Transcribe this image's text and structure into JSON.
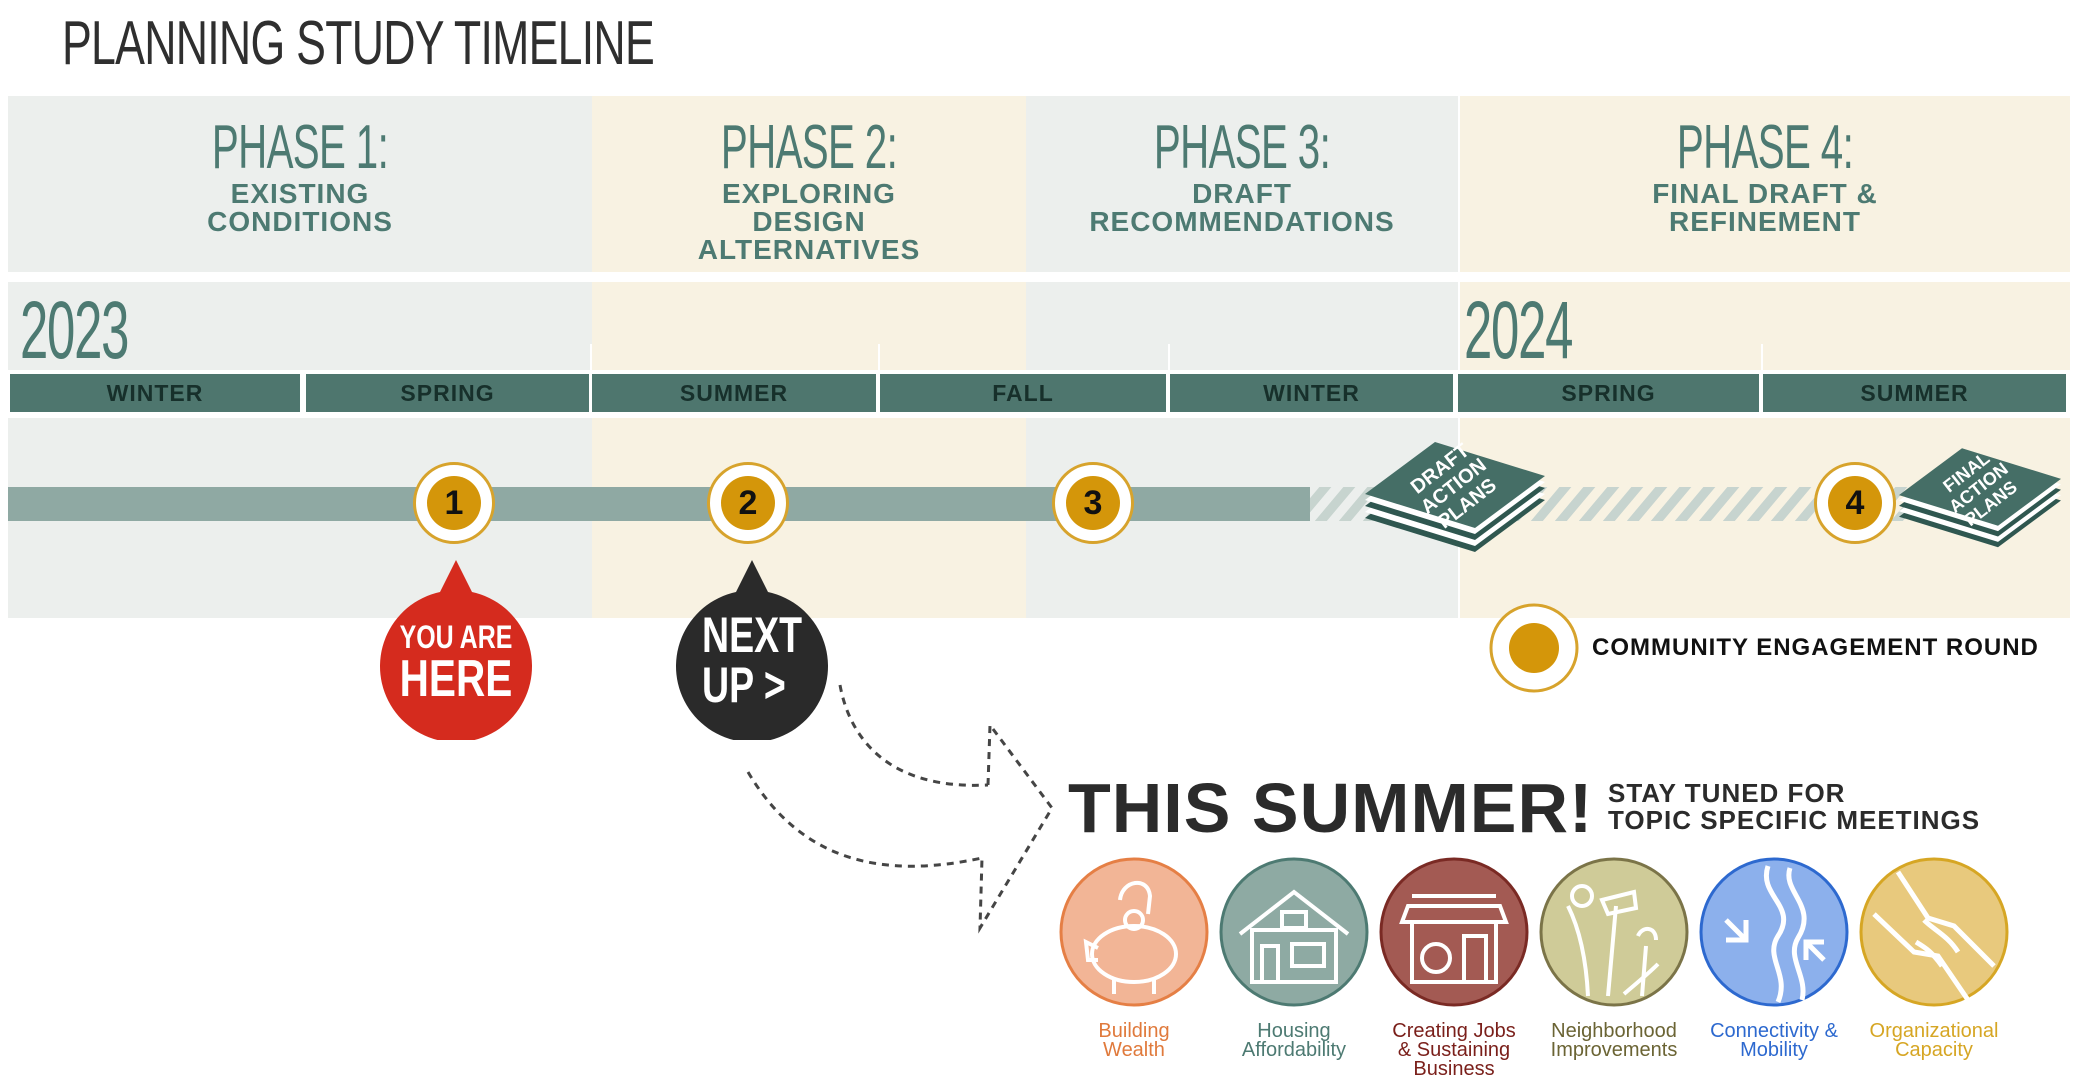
{
  "title": "PLANNING STUDY TIMELINE",
  "phases": [
    {
      "label": "PHASE 1:",
      "lines": [
        "EXISTING",
        "CONDITIONS"
      ]
    },
    {
      "label": "PHASE 2:",
      "lines": [
        "EXPLORING",
        "DESIGN",
        "ALTERNATIVES"
      ]
    },
    {
      "label": "PHASE 3:",
      "lines": [
        "DRAFT",
        "RECOMMENDATIONS"
      ]
    },
    {
      "label": "PHASE 4:",
      "lines": [
        "FINAL DRAFT &",
        "REFINEMENT"
      ]
    }
  ],
  "years": [
    "2023",
    "2024"
  ],
  "seasons": [
    "WINTER",
    "SPRING",
    "SUMMER",
    "FALL",
    "WINTER",
    "SPRING",
    "SUMMER"
  ],
  "markers": [
    "1",
    "2",
    "3",
    "4"
  ],
  "documents": [
    {
      "lines": [
        "DRAFT",
        "ACTION",
        "PLANS"
      ]
    },
    {
      "lines": [
        "FINAL",
        "ACTION",
        "PLANS"
      ]
    }
  ],
  "pins": {
    "you_are_here": [
      "YOU ARE",
      "HERE"
    ],
    "next_up": [
      "NEXT",
      "UP >"
    ]
  },
  "legend": {
    "label": "COMMUNITY ENGAGEMENT ROUND"
  },
  "summer": {
    "title": "THIS SUMMER!",
    "subtitle": [
      "STAY TUNED FOR",
      "TOPIC SPECIFIC MEETINGS"
    ]
  },
  "topics": [
    {
      "lines": [
        "Building",
        "Wealth"
      ],
      "icon": "piggy-bank-icon",
      "fill": "#f2b596",
      "stroke": "#e57f45",
      "text_color": "#e07a3c"
    },
    {
      "lines": [
        "Housing",
        "Affordability"
      ],
      "icon": "house-icon",
      "fill": "#8eaaa3",
      "stroke": "#4d7a72",
      "text_color": "#4d7a72"
    },
    {
      "lines": [
        "Creating Jobs",
        "& Sustaining",
        "Business"
      ],
      "icon": "storefront-icon",
      "fill": "#a35a53",
      "stroke": "#7a2a24",
      "text_color": "#7a1f1a"
    },
    {
      "lines": [
        "Neighborhood",
        "Improvements"
      ],
      "icon": "tools-plants-icon",
      "fill": "#cfcb98",
      "stroke": "#7b7448",
      "text_color": "#6b6434"
    },
    {
      "lines": [
        "Connectivity &",
        "Mobility"
      ],
      "icon": "roads-icon",
      "fill": "#8cb0ec",
      "stroke": "#2d69cf",
      "text_color": "#2d69cf"
    },
    {
      "lines": [
        "Organizational",
        "Capacity"
      ],
      "icon": "handshake-icon",
      "fill": "#e8c97d",
      "stroke": "#d6a624",
      "text_color": "#d6a624"
    }
  ]
}
